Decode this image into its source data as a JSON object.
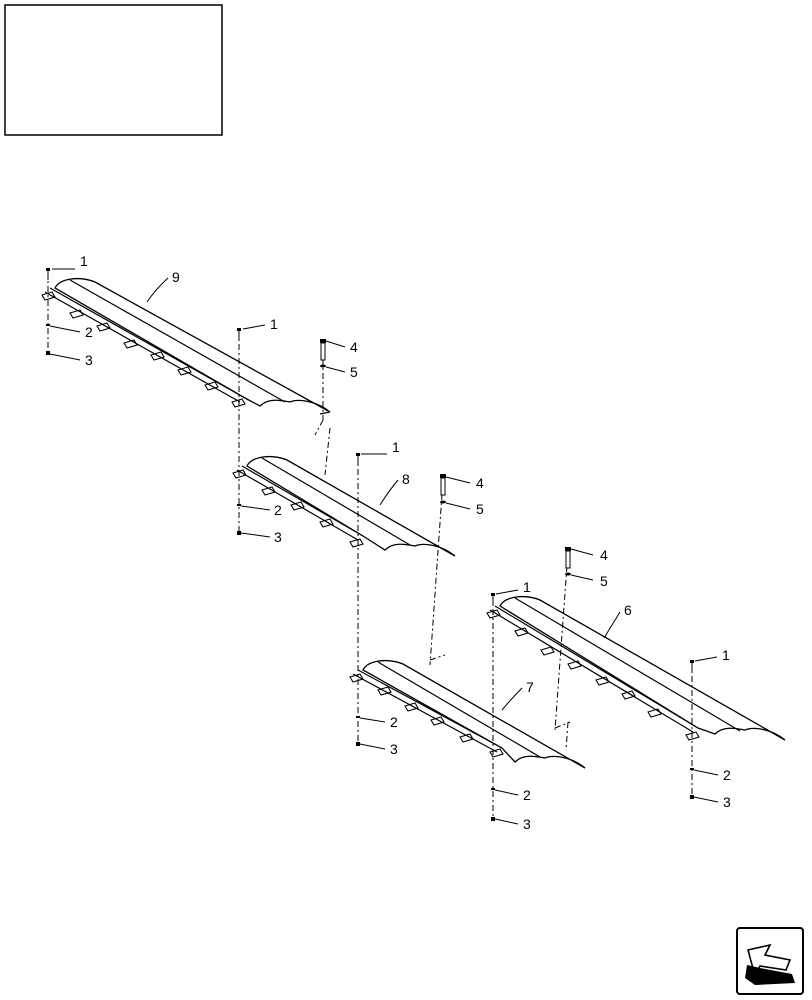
{
  "diagram": {
    "callouts": {
      "c1a": "1",
      "c9": "9",
      "c2a": "2",
      "c3a": "3",
      "c1b": "1",
      "c4a": "4",
      "c5a": "5",
      "c1c": "1",
      "c8": "8",
      "c2b": "2",
      "c3b": "3",
      "c4b": "4",
      "c5b": "5",
      "c4c": "4",
      "c5c": "5",
      "c1d": "1",
      "c6": "6",
      "c1e": "1",
      "c7": "7",
      "c2c": "2",
      "c3c": "3",
      "c2d": "2",
      "c3d": "3",
      "c2e": "2",
      "c3e": "3"
    }
  },
  "colors": {
    "ink": "#000000",
    "paper": "#ffffff"
  },
  "icons": [
    "title-box",
    "navigation-arrow-icon"
  ]
}
